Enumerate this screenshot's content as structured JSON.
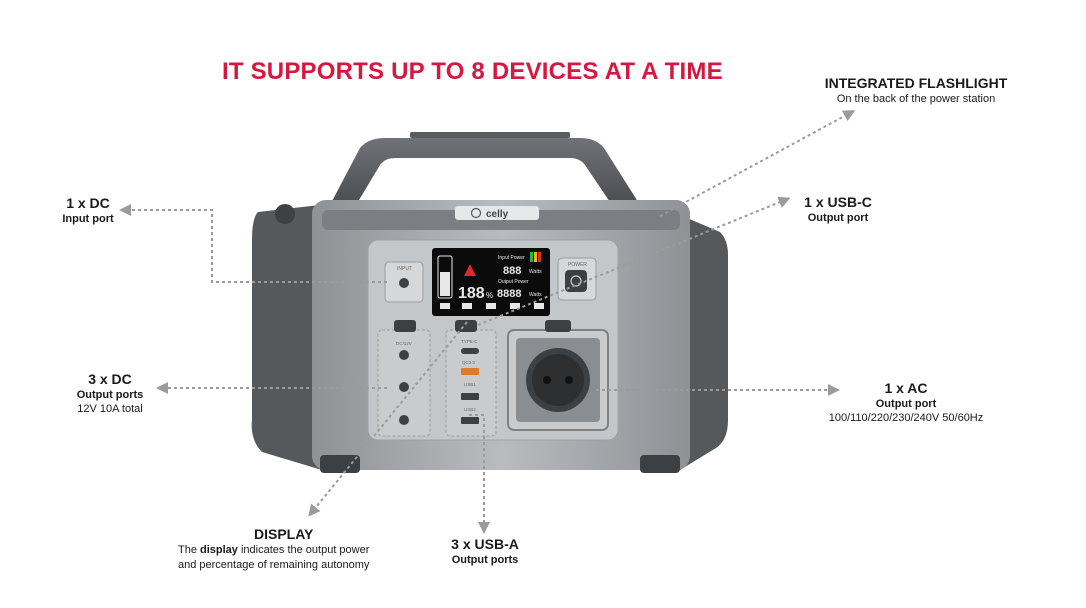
{
  "headline": "IT SUPPORTS UP TO 8 DEVICES AT A TIME",
  "brand": {
    "logo_text": "celly",
    "accent": "#d6173f"
  },
  "callouts": {
    "dc_input": {
      "title": "1 x DC",
      "subtitle": "Input port"
    },
    "dc_output": {
      "title": "3 x DC",
      "subtitle": "Output ports",
      "note": "12V 10A total"
    },
    "display": {
      "title": "DISPLAY",
      "line1_prefix": "The ",
      "line1_bold": "display",
      "line1_suffix": " indicates the output power",
      "line2": "and percentage of remaining autonomy"
    },
    "usb_a": {
      "title": "3 x USB-A",
      "subtitle": "Output ports"
    },
    "flashlight": {
      "title": "INTEGRATED FLASHLIGHT",
      "subtitle": "On the back of the power station"
    },
    "usb_c": {
      "title": "1 x USB-C",
      "subtitle": "Output port"
    },
    "ac": {
      "title": "1 x AC",
      "subtitle": "Output port",
      "note": "100/110/220/230/240V  50/60Hz"
    }
  },
  "device": {
    "input_label": "INPUT",
    "power_label": "POWER",
    "lcd": {
      "input_power_label": "Input Power",
      "input_value": "888",
      "output_power_label": "Output Power",
      "output_value": "8888",
      "unit": "Watts",
      "percent": "188",
      "percent_sign": "%"
    },
    "port_labels": {
      "dc": "DC/12V",
      "type_c": "TYPE-C",
      "qc": "QC3.0",
      "usb1": "USB1",
      "usb2": "USB2"
    }
  },
  "colors": {
    "body": "#a9acaf",
    "panel": "#c4c7c9",
    "dark": "#3d4043",
    "lcd": "#0b0b0b",
    "lcd_text": "#e8e8e8",
    "qc_port": "#e07a2a"
  }
}
